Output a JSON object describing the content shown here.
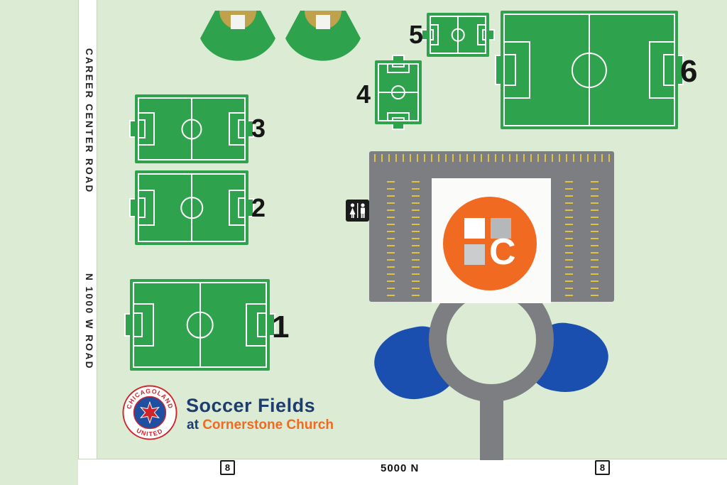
{
  "legend": {
    "title": "Soccer Fields",
    "subtitle_prefix": "at ",
    "subtitle_main": "Cornerstone Church"
  },
  "badge": {
    "top": "CHICAGOLAND",
    "bottom": "UNITED"
  },
  "roads": {
    "vertical_top": "CAREER CENTER ROAD",
    "vertical_bottom": "N 1000 W ROAD",
    "bottom": "5000 N",
    "route_left": "8",
    "route_right": "8"
  },
  "fields": [
    {
      "label": "1"
    },
    {
      "label": "2"
    },
    {
      "label": "3"
    },
    {
      "label": "4"
    },
    {
      "label": "5"
    },
    {
      "label": "6"
    }
  ],
  "building": {
    "letter": "C"
  },
  "colors": {
    "background": "#dcecd4",
    "field_green": "#2fa24d",
    "infield_tan": "#bfa24b",
    "parking_gray": "#7c7e81",
    "stall_yellow": "#dfc23f",
    "pond_blue": "#1a4fb0",
    "accent_orange": "#f16a22",
    "title_navy": "#1d3c70",
    "badge_red": "#d2232a",
    "badge_blue": "#1e4fa1"
  }
}
